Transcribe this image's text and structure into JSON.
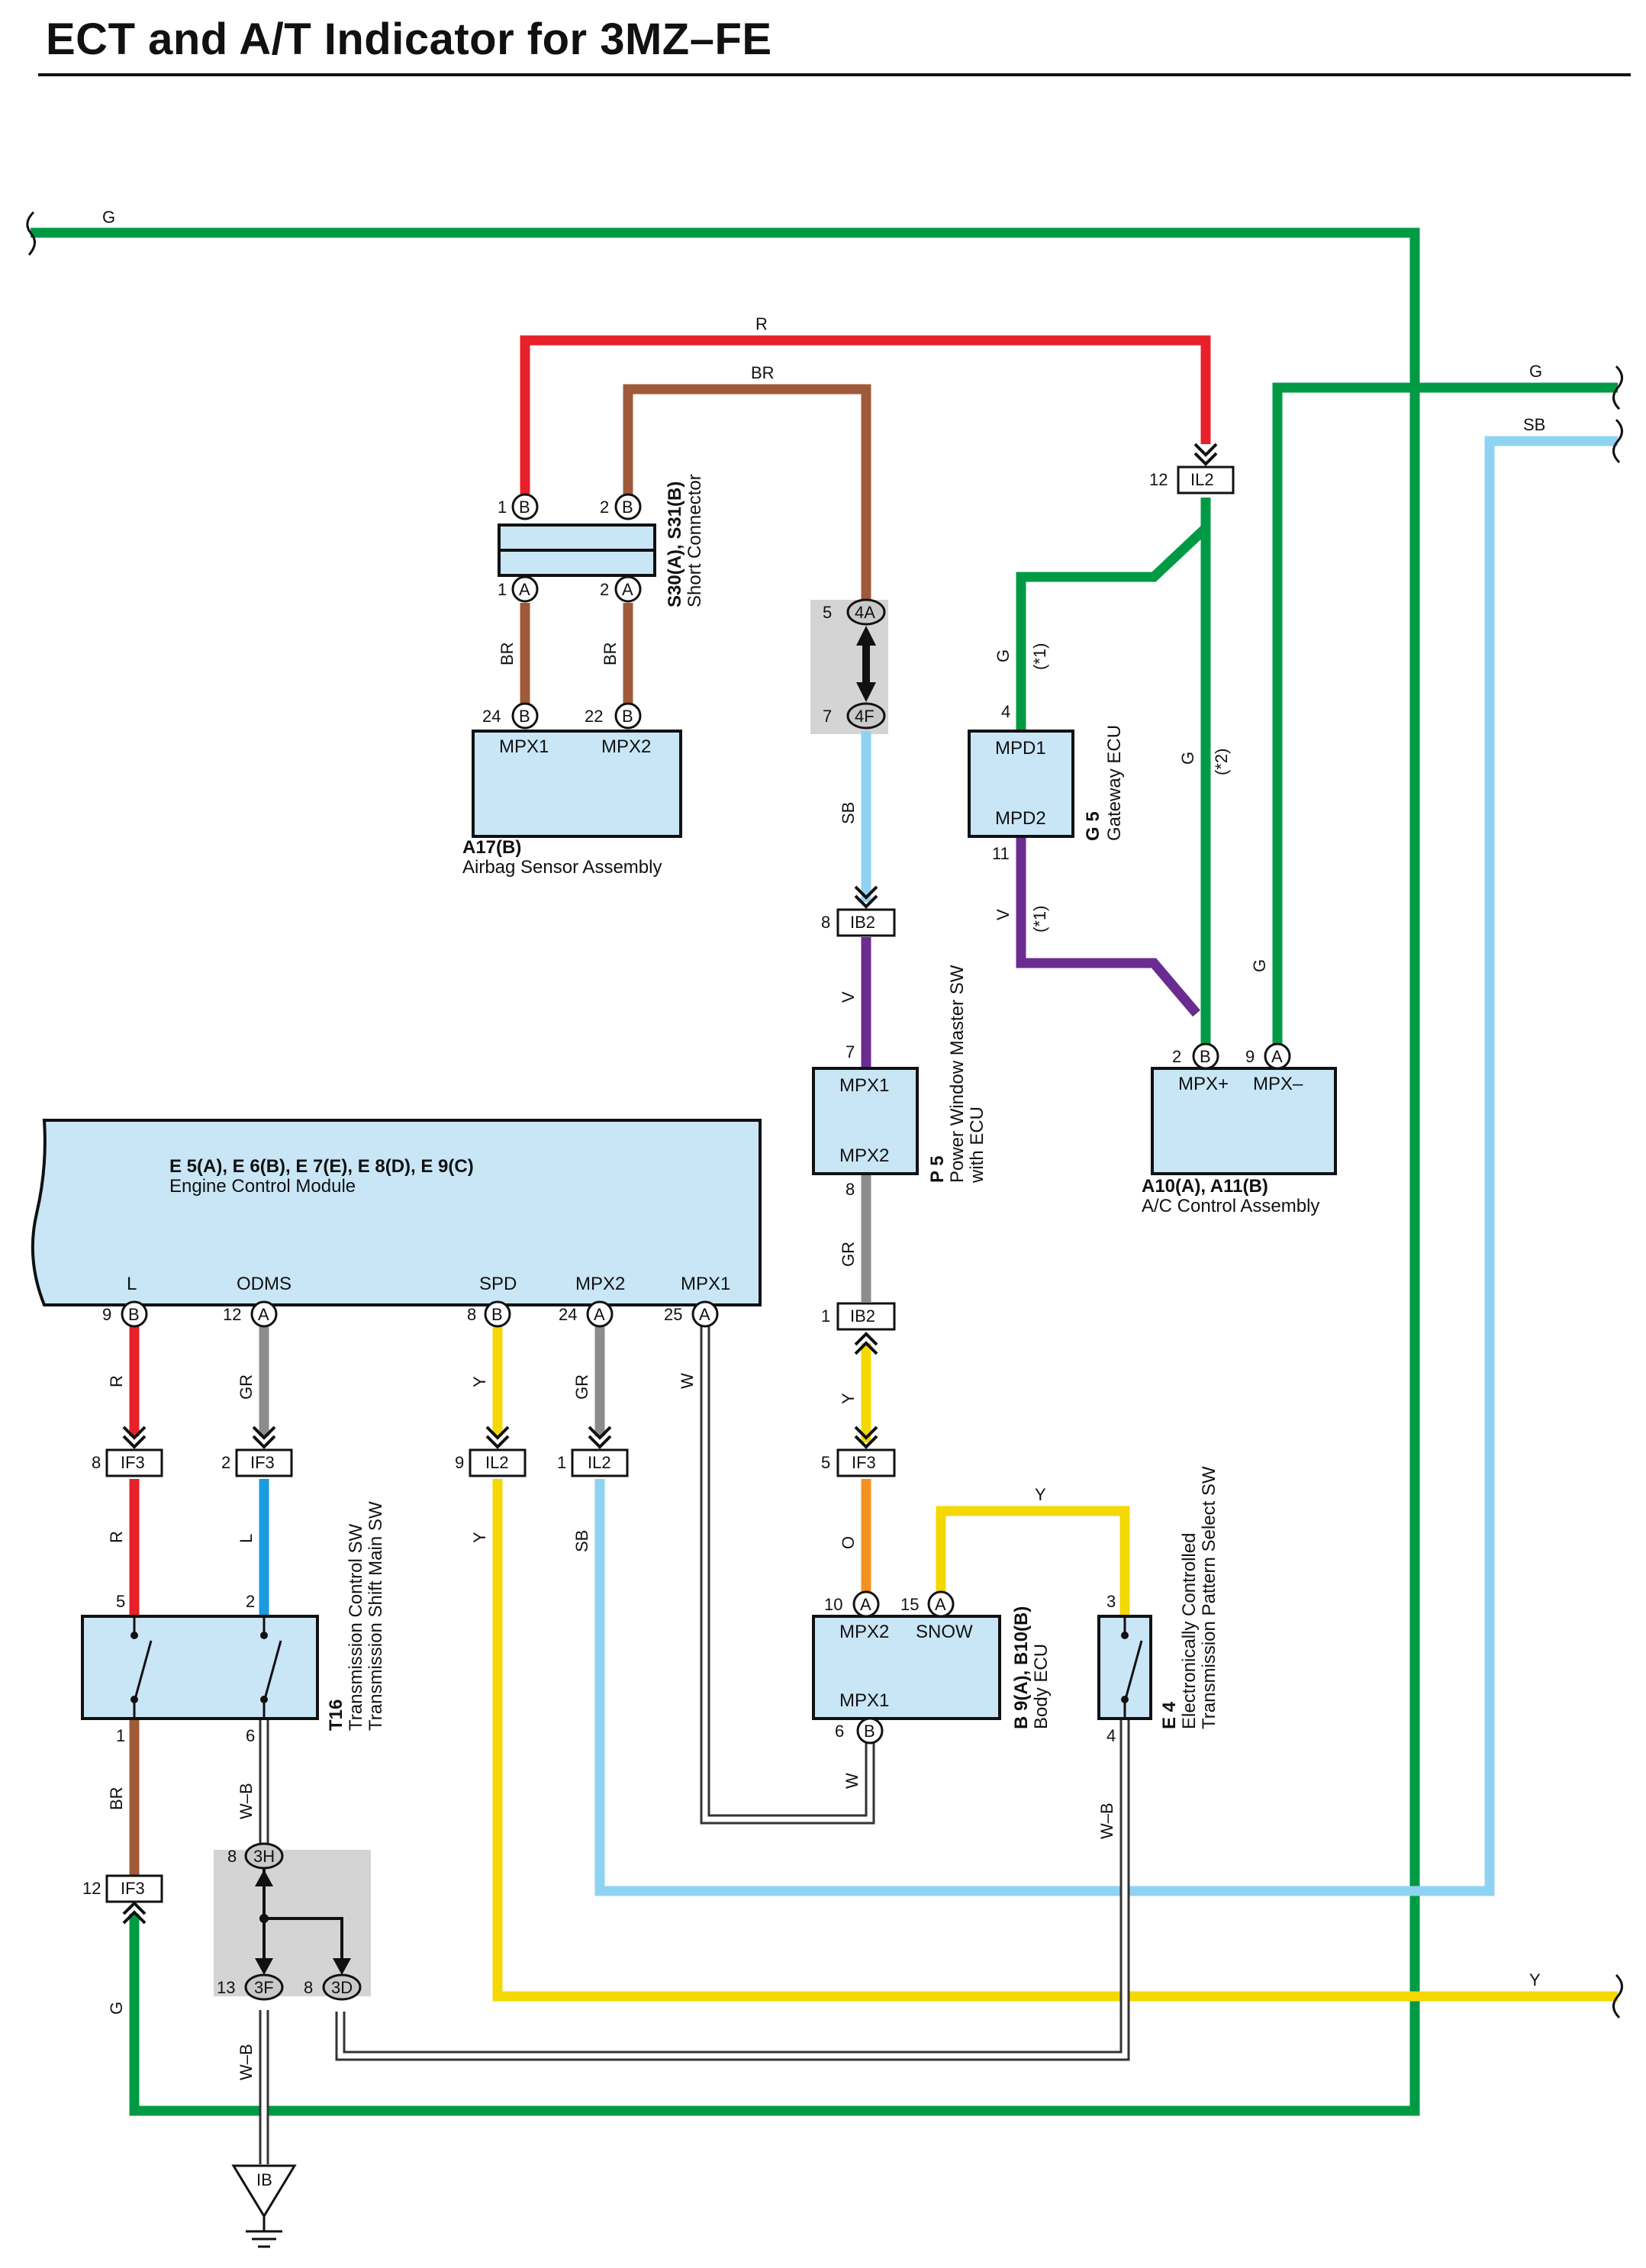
{
  "title": "ECT and A/T Indicator for 3MZ–FE",
  "colors": {
    "G": "#009a44",
    "R": "#e8202a",
    "BR": "#a05a3a",
    "SB": "#8fd3f2",
    "V": "#6a2c91",
    "GR": "#8c8c8c",
    "Y": "#f5d800",
    "O": "#f39220",
    "L": "#1a9be0",
    "component_fill": "#c9e6f7",
    "splice_box": "#d4d4d4"
  },
  "wire_labels": {
    "g_top": "G",
    "g_right": "G",
    "sb_right": "SB",
    "y_right": "Y",
    "g_bottom": "G",
    "r_top": "R",
    "br_top": "BR",
    "br_left": "BR",
    "br_right": "BR",
    "sb_4f": "SB",
    "v_p5": "V",
    "gr_p5": "GR",
    "y_b9": "Y",
    "o_b9": "O",
    "y_e4": "Y",
    "g_gw1": "G",
    "g_gw1_note": "(*1)",
    "v_gw": "V",
    "v_gw_note": "(*1)",
    "g_gw2": "G",
    "g_gw2_note": "(*2)",
    "g_ac": "G",
    "r_ecm": "R",
    "r_ecm2": "R",
    "gr_ecm": "GR",
    "l_ecm": "L",
    "y_ecm": "Y",
    "y_ecm2": "Y",
    "gr_ecm2": "GR",
    "sb_ecm": "SB",
    "w_ecm": "W",
    "br_t16": "BR",
    "wb_t16": "W–B",
    "wb_gnd": "W–B",
    "w_b9": "W",
    "wb_e4": "W–B"
  },
  "components": {
    "s30": {
      "id": "S30(A), S31(B)",
      "name": "Short Connector",
      "pins": [
        "1",
        "B",
        "2",
        "B",
        "1",
        "A",
        "2",
        "A"
      ]
    },
    "a17": {
      "id": "A17(B)",
      "name": "Airbag Sensor Assembly",
      "t1": "MPX1",
      "t2": "MPX2",
      "pins": [
        "24",
        "B",
        "22",
        "B"
      ]
    },
    "g5": {
      "id": "G 5",
      "name": "Gateway ECU",
      "t1": "MPD1",
      "t2": "MPD2",
      "pin1": "4",
      "pin2": "11"
    },
    "p5": {
      "id": "P 5",
      "name1": "Power Window Master SW",
      "name2": "with ECU",
      "t1": "MPX1",
      "t2": "MPX2",
      "pin1": "7",
      "pin2": "8"
    },
    "a10": {
      "id": "A10(A), A11(B)",
      "name": "A/C Control Assembly",
      "t1": "MPX+",
      "t2": "MPX–",
      "pins": [
        "2",
        "B",
        "9",
        "A"
      ]
    },
    "ecm": {
      "id": "E 5(A), E 6(B), E 7(E), E 8(D), E 9(C)",
      "name": "Engine Control Module",
      "t": [
        "L",
        "ODMS",
        "SPD",
        "MPX2",
        "MPX1"
      ],
      "pins": [
        "9",
        "B",
        "12",
        "A",
        "8",
        "B",
        "24",
        "A",
        "25",
        "A"
      ]
    },
    "t16": {
      "id": "T16",
      "name1": "Transmission Control SW",
      "name2": "Transmission Shift Main SW",
      "pins": [
        "5",
        "2",
        "1",
        "6"
      ]
    },
    "b9": {
      "id": "B 9(A), B10(B)",
      "name": "Body ECU",
      "t1": "MPX2",
      "t2": "SNOW",
      "t3": "MPX1",
      "pins": [
        "10",
        "A",
        "15",
        "A",
        "6",
        "B"
      ]
    },
    "e4": {
      "id": "E 4",
      "name1": "Electronically Controlled",
      "name2": "Transmission Pattern Select SW",
      "pins": [
        "3",
        "4"
      ]
    }
  },
  "connectors": {
    "il2_top": {
      "name": "IL2",
      "pin": "12"
    },
    "ib2_a": {
      "name": "IB2",
      "pin": "8"
    },
    "ib2_b": {
      "name": "IB2",
      "pin": "1"
    },
    "if3_a": {
      "name": "IF3",
      "pin": "8"
    },
    "if3_b": {
      "name": "IF3",
      "pin": "2"
    },
    "il2_b": {
      "name": "IL2",
      "pin": "9"
    },
    "il2_c": {
      "name": "IL2",
      "pin": "1"
    },
    "if3_c": {
      "name": "IF3",
      "pin": "5"
    },
    "if3_d": {
      "name": "IF3",
      "pin": "12"
    }
  },
  "splices": {
    "s4": {
      "top": "4A",
      "top_pin": "5",
      "bottom": "4F",
      "bottom_pin": "7"
    },
    "s3": {
      "top": "3H",
      "top_pin": "8",
      "left": "3F",
      "left_pin": "13",
      "right": "3D",
      "right_pin": "8"
    }
  },
  "ground": {
    "name": "IB"
  }
}
